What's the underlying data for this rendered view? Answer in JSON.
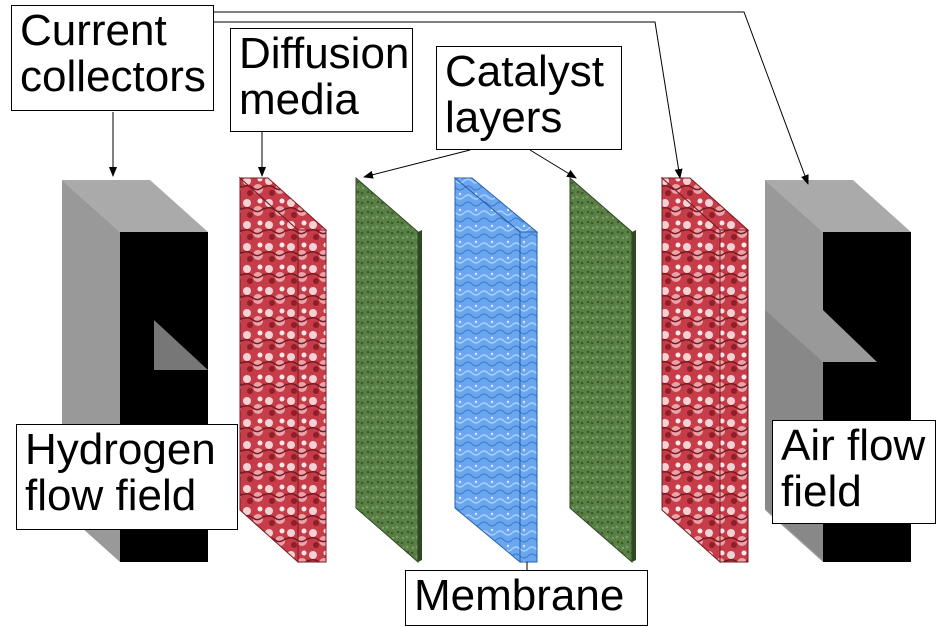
{
  "labels": {
    "current_collectors": "Current\ncollectors",
    "diffusion_media": "Diffusion\nmedia",
    "catalyst_layers": "Catalyst\nlayers",
    "hydrogen_flow_field": "Hydrogen\nflow field",
    "air_flow_field": "Air flow\nfield",
    "membrane": "Membrane"
  },
  "colors": {
    "collector_light": "#999999",
    "collector_mid": "#777777",
    "collector_dark": "#000000",
    "diffusion": "#c8404a",
    "catalyst": "#4f7a3a",
    "membrane": "#6aa7f0"
  }
}
